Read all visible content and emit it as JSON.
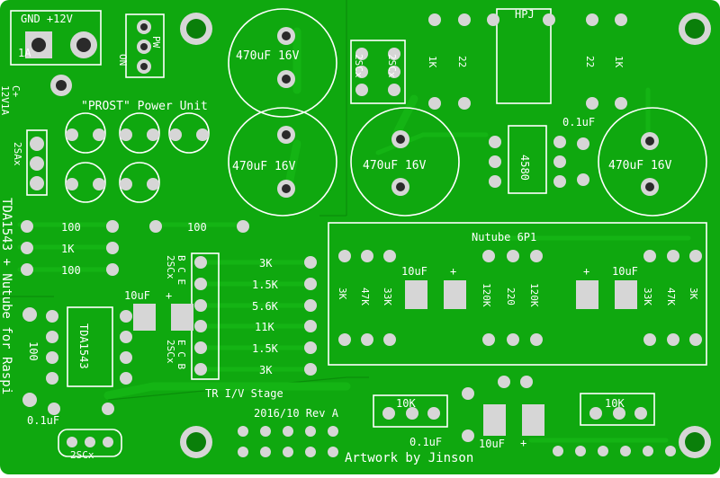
{
  "board": {
    "base_color": "#0fa80f",
    "copper_color": "#14c414",
    "silkscreen_color": "#ffffff",
    "pad_color": "#d6d6d6"
  },
  "labels": {
    "power_header": "GND +12V",
    "power_current": "1A",
    "pw": "PW",
    "on": "ON",
    "cap_a": "C+",
    "cap_a2": "12V1A",
    "power_unit": "\"PROST\" Power Unit",
    "q_2sax": "2SAx",
    "side_title": "TDA1543 + Nutube for Raspi",
    "cap_470_1": "470uF 16V",
    "cap_470_2": "470uF 16V",
    "cap_470_3": "470uF 16V",
    "cap_470_4": "470uF 16V",
    "r_100_a": "100",
    "r_1k_a": "1K",
    "r_100_b": "100",
    "r_100_c": "100",
    "r_100_d": "100",
    "q_2scx_top1": "2SCx",
    "q_2scx_top2": "2SCx",
    "r_1k_top1": "1K",
    "r_22_top1": "22",
    "hpj": "HPJ",
    "r_22_top2": "22",
    "r_1k_top2": "1K",
    "c_01uf_top": "0.1uF",
    "opamp": "4580",
    "nutube": "Nutube 6P1",
    "tr_2scx_a": "2SCx",
    "tr_bce": "B C E",
    "tr_2scx_b": "2SCx",
    "tr_ecb": "E C B",
    "r_3k_a": "3K",
    "r_15k_a": "1.5K",
    "r_56k": "5.6K",
    "r_11k": "11K",
    "r_15k_b": "1.5K",
    "r_3k_b": "3K",
    "tr_stage": "TR I/V Stage",
    "c_10uf_left": "10uF",
    "plus_left": "+",
    "dac": "TDA1543",
    "c_01uf_left": "0.1uF",
    "q_2scx_bottom": "2SCx",
    "rev": "2016/10 Rev A",
    "artwork": "Artwork by Jinson",
    "nt_3k_l": "3K",
    "nt_47k_l": "47K",
    "nt_33k_l": "33K",
    "nt_10uf_l": "10uF",
    "nt_plus_l": "+",
    "nt_120k_a": "120K",
    "nt_220": "220",
    "nt_120k_b": "120K",
    "nt_plus_r": "+",
    "nt_10uf_r": "10uF",
    "nt_33k_r": "33K",
    "nt_47k_r": "47K",
    "nt_3k_r": "3K",
    "pot_10k_a": "10K",
    "pot_10k_b": "10K",
    "c_01uf_bottom": "0.1uF",
    "c_10uf_bottom": "10uF",
    "plus_bottom": "+"
  }
}
